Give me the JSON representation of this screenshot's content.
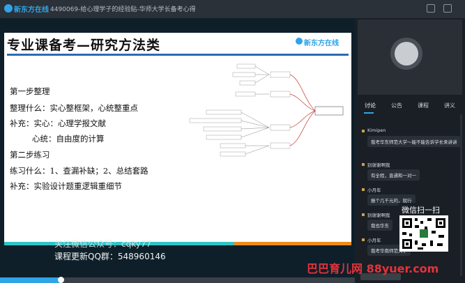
{
  "app": {
    "logo_text": "新东方在线",
    "course_title": "4490069-给心理学子的经验贴-华师大学长备考心得"
  },
  "slide": {
    "title": "专业课备考—研究方法类",
    "logo_text": "新东方在线",
    "lines": [
      "第一步整理",
      "整理什么：实心整框架，心统整重点",
      "补充：实心：心理学报文献",
      "心统：自由度的计算",
      "第二步练习",
      "练习什么：1、查漏补缺；2、总结套路",
      "补充：实验设计题重逻辑重细节"
    ]
  },
  "watermarks": {
    "line1": "关注微信公众号：cqky77",
    "line2": "课程更新QQ群：548960146",
    "site": "巴巴育儿网 88yuer.com"
  },
  "tabs": [
    {
      "label": "讨论"
    },
    {
      "label": "公告"
    },
    {
      "label": "课程"
    },
    {
      "label": "讲义"
    }
  ],
  "chat": {
    "messages": [
      {
        "name": "Kimipen",
        "text": "我考华东师范大学～能不能告诉学长来讲讲"
      },
      {
        "name": "别谢谢啊我",
        "text": "有全程，直通和一对一"
      },
      {
        "name": "小月年",
        "text": "报个几千元的，就行"
      },
      {
        "name": "别谢谢啊我",
        "text": "我也华东"
      },
      {
        "name": "小月年",
        "text": "我考华南师范大学"
      }
    ]
  },
  "qr": {
    "label": "微信扫一扫"
  },
  "progress": {
    "fraction": 0.17
  }
}
